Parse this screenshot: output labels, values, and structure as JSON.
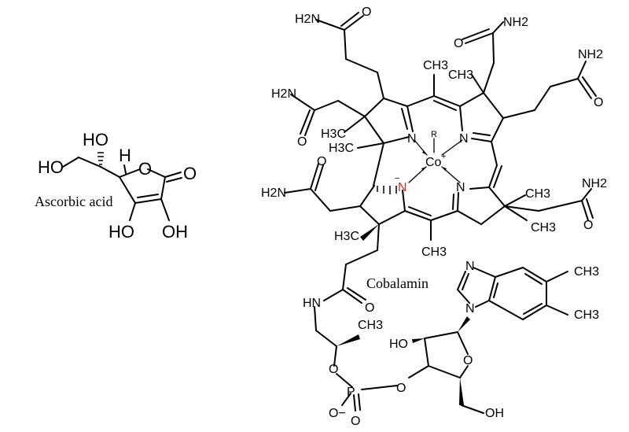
{
  "captions": {
    "ascorbic_acid": "Ascorbic acid",
    "cobalamin": "Cobalamin"
  },
  "ascorbic_acid": {
    "ho_top": "HO",
    "ho_left": "HO",
    "h_stereo": "H",
    "ring_o": "O",
    "carbonyl_o": "O",
    "ho_bottom_left": "HO",
    "oh_bottom_right": "OH"
  },
  "cobalamin": {
    "cobalt": "Co",
    "cobalt_charge": "+",
    "r_ligand": "R",
    "ring_n": "N",
    "ring_n_neg": "N",
    "ring_n_neg_charge": "−",
    "methyl": "CH3",
    "h3c": "H3C",
    "amide_nh2": "NH2",
    "amide_h2n": "H2N",
    "amide_o": "O",
    "benzimidazole_n": "N",
    "hn": "HN",
    "phosphorus": "P",
    "phosphate_o": "O",
    "phosphate_o_neg": "O−",
    "ho": "HO",
    "oh": "OH"
  },
  "colors": {
    "stroke": "#000000",
    "background": "#ffffff",
    "negative_n": "#c0392b"
  }
}
